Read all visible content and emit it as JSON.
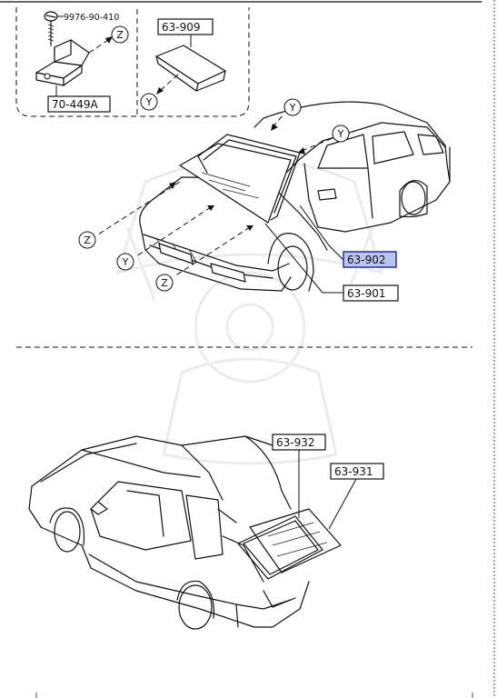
{
  "colors": {
    "line": "#111111",
    "highlight_fill": "#b9c4f2",
    "highlight_stroke": "#2f3f9a",
    "watermark": "#ececec"
  },
  "inset": {
    "screw_part": "9976-90-410",
    "mirror_bracket": "70-449A",
    "cover": "63-909"
  },
  "callouts": {
    "z": "Z",
    "y": "Y"
  },
  "front_view": {
    "molding": "63-902",
    "windshield": "63-901"
  },
  "rear_view": {
    "back_glass_molding": "63-932",
    "back_glass": "63-931"
  }
}
